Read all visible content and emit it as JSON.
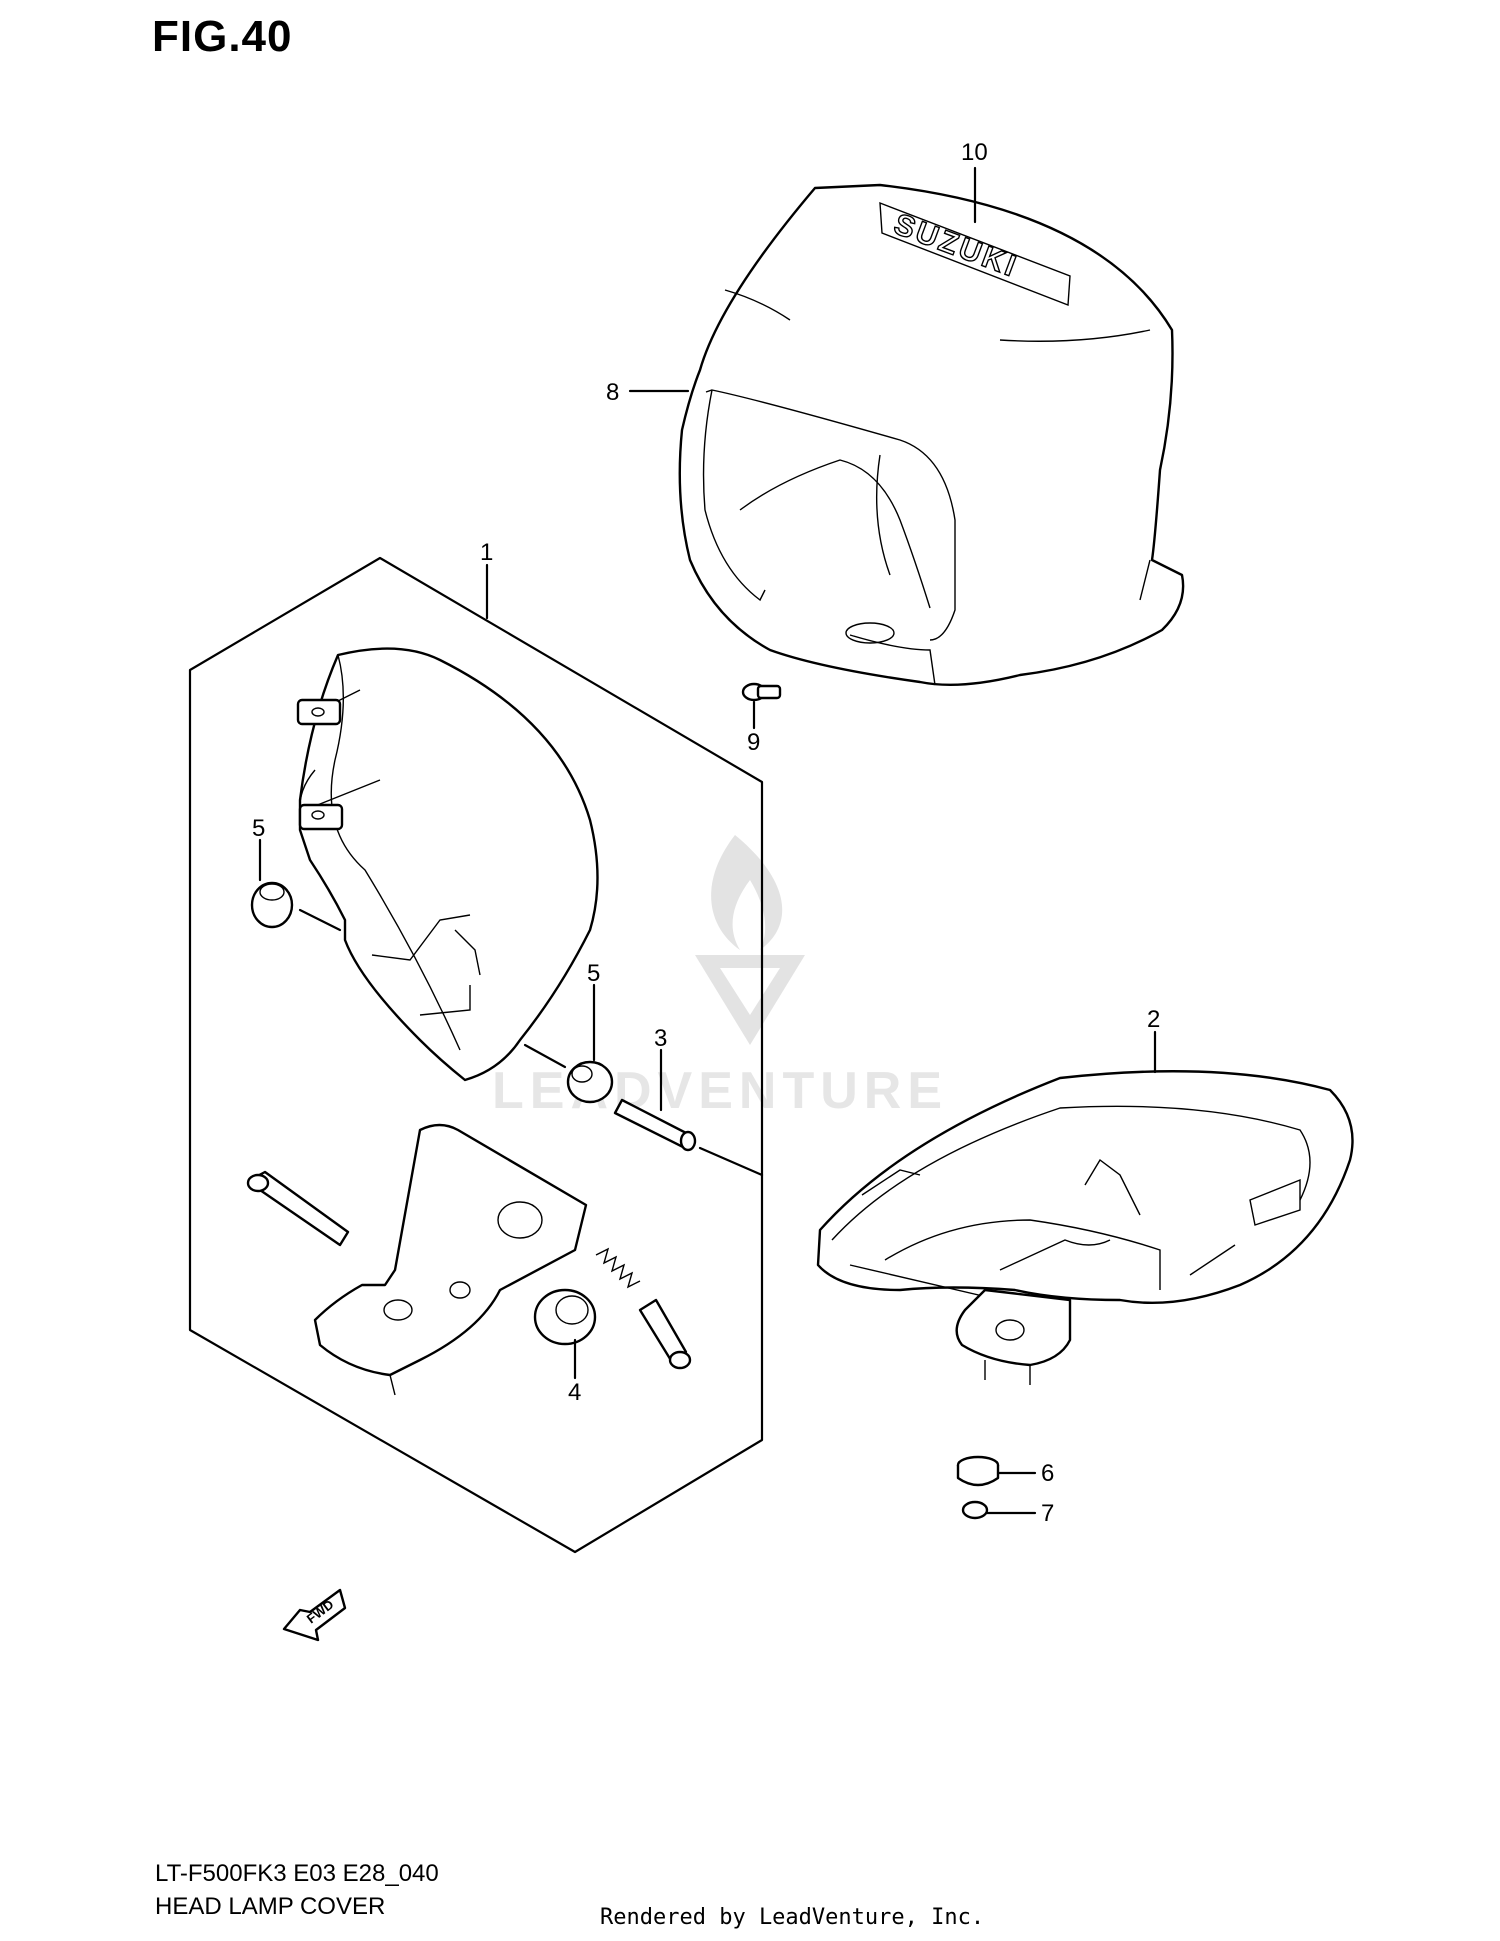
{
  "figure": {
    "title": "FIG.40",
    "model_code": "LT-F500FK3 E03 E28_040",
    "section_name": "HEAD LAMP COVER",
    "credit": "Rendered by LeadVenture, Inc.",
    "watermark": "LEADVENTURE",
    "logo_text": "SUZUKI",
    "fwd_label": "FWD"
  },
  "callouts": {
    "c1": "1",
    "c2": "2",
    "c3": "3",
    "c4": "4",
    "c5a": "5",
    "c5b": "5",
    "c6": "6",
    "c7": "7",
    "c8": "8",
    "c9": "9",
    "c10": "10"
  }
}
